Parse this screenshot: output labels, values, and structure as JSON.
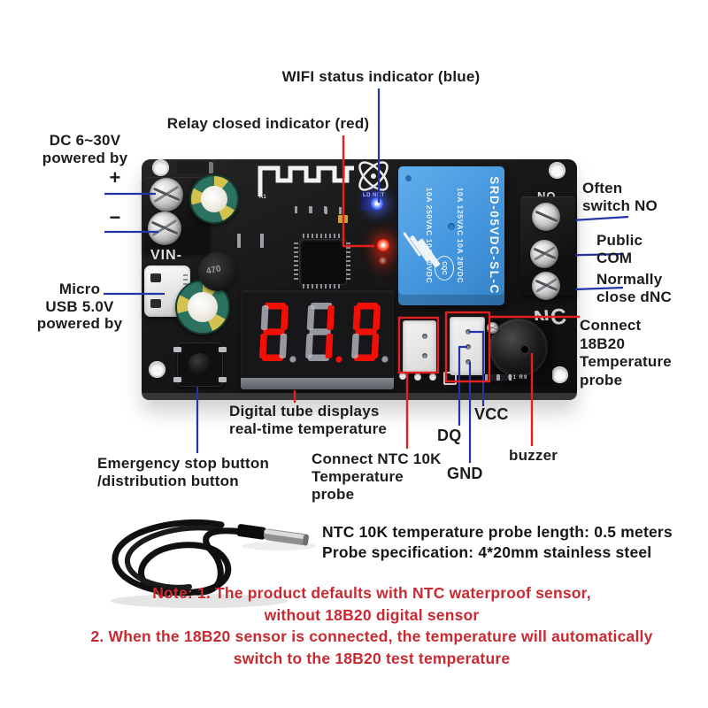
{
  "labels": {
    "wifi": "WIFI status indicator (blue)",
    "relay_led": "Relay closed indicator (red)",
    "dc_power": [
      "DC 6~30V",
      "powered by"
    ],
    "plus": "+",
    "minus": "−",
    "usb": [
      "Micro",
      "USB 5.0V",
      "powered by"
    ],
    "no": [
      "Often",
      "switch NO"
    ],
    "com": [
      "Public",
      "COM"
    ],
    "nc": [
      "Normally",
      "close dNC"
    ],
    "probe_18b20": [
      "Connect",
      "18B20",
      "Temperature",
      "probe"
    ],
    "display": [
      "Digital tube displays",
      "real-time temperature"
    ],
    "stop_button": [
      "Emergency stop button",
      "/distribution button"
    ],
    "probe_ntc": [
      "Connect NTC 10K",
      "Temperature",
      "probe"
    ],
    "vcc": "VCC",
    "dq": "DQ",
    "gnd": "GND",
    "buzzer": "buzzer"
  },
  "board_silkscreen": {
    "vin": "VIN-",
    "ld_net": "LD NET",
    "inductor": "470",
    "nc": "NC",
    "no": "NO",
    "a1": "A1",
    "q1_r9": "Q1 R9"
  },
  "relay": {
    "model": "SRD-05VDC-SL-C",
    "rating_top": "10A 125VAC  10A 28VDC",
    "rating_bottom": "10A 250VAC  10A 30VDC",
    "logo": "CQC"
  },
  "display": {
    "value": "21.9"
  },
  "specs": [
    "NTC 10K temperature probe length: 0.5 meters",
    "Probe specification: 4*20mm stainless steel"
  ],
  "notes": [
    "Note: 1. The product defaults with NTC waterproof sensor,",
    "without 18B20 digital sensor",
    "2. When the 18B20 sensor is connected, the temperature will automatically",
    "switch to the 18B20 test temperature"
  ],
  "colors": {
    "label_black": "#1c1c1c",
    "note_red": "#c92a31",
    "line_blue": "#2335a5",
    "line_red": "#e31f1f",
    "relay_blue": "#4496dd",
    "digit_red": "#f01008",
    "digit_unlit": "#b5bac0",
    "led_blue": "#2f55ff",
    "led_red": "#ff2514"
  }
}
